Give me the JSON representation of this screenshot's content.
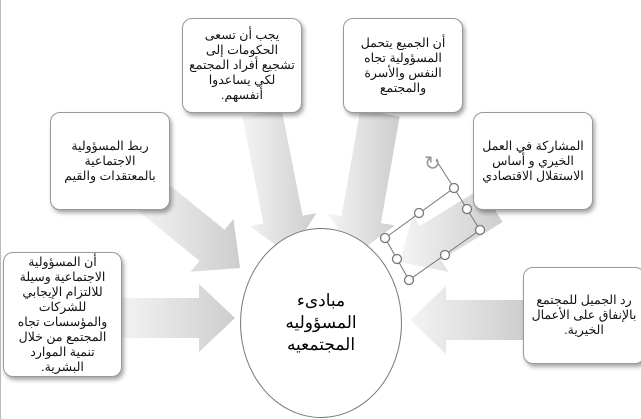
{
  "diagram": {
    "center": "مبادىء المسؤوليه المجتمعيه",
    "items": [
      {
        "id": "top-left",
        "text": "يجب أن تسعى الحكومات إلى تشجيع أفراد المجتمع لكي يساعدوا أنفسهم."
      },
      {
        "id": "top-right",
        "text": "أن الجميع يتحمل المسؤولية تجاه النفس والأسرة والمجتمع"
      },
      {
        "id": "mid-left",
        "text": "ربط المسؤولية الاجتماعية بالمعتقدات والقيم"
      },
      {
        "id": "mid-right",
        "text": "المشاركة في العمل الخيري و أساس الاستقلال الاقتصادي"
      },
      {
        "id": "bottom-left",
        "text": "أن المسؤولية الاجتماعية وسيلة للالتزام الإيجابي للشركات والمؤسسات تجاه المجتمع من خلال تنمية الموارد البشرية."
      },
      {
        "id": "bottom-right",
        "text": "رد الجميل للمجتمع بالإنفاق على الأعمال الخيرية."
      }
    ]
  },
  "colors": {
    "arrow_light": "#f2f2f2",
    "arrow_dark": "#c8c8c8",
    "selection": "#777777"
  }
}
